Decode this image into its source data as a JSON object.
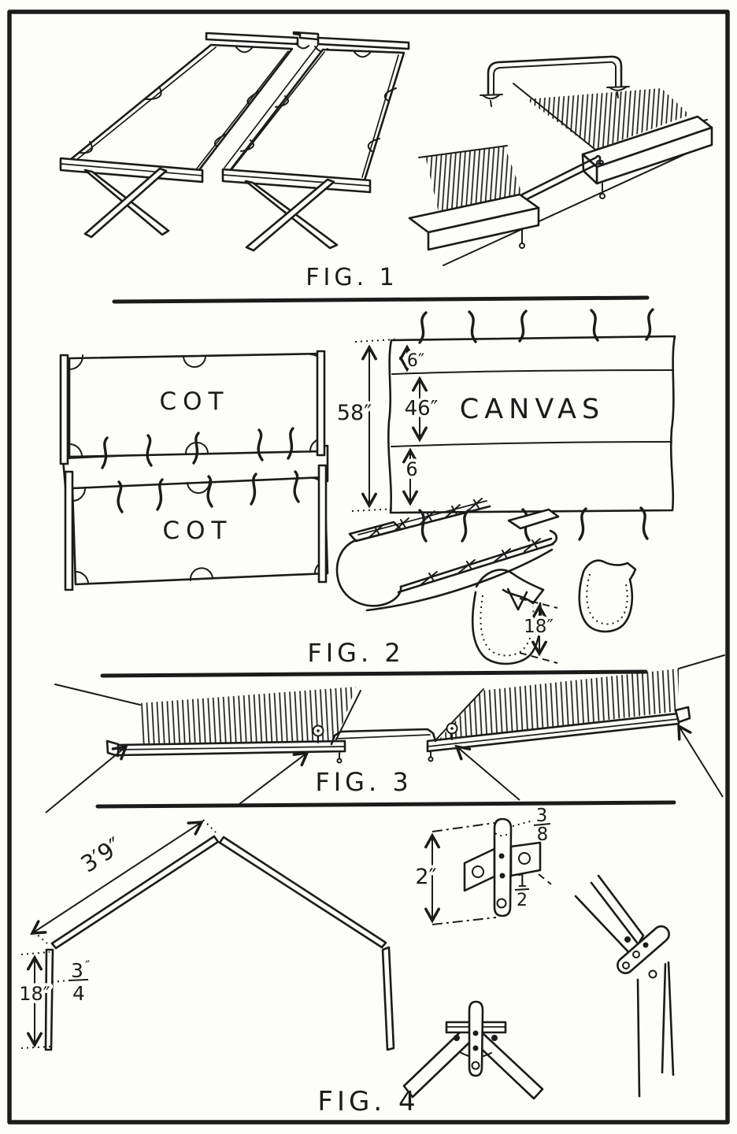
{
  "page": {
    "ink": "#1b1b1b",
    "paper": "#fdfdfa"
  },
  "fig1": {
    "label": "FIG. 1"
  },
  "fig2": {
    "label": "FIG. 2",
    "cot_top": "COT",
    "cot_bottom": "COT",
    "canvas": "CANVAS",
    "dim_overall": "58″",
    "dim_top_hem": "6″",
    "dim_body": "46″",
    "dim_bottom_hem": "6",
    "dim_pocket": "18″"
  },
  "fig3": {
    "label": "FIG. 3"
  },
  "fig4": {
    "label": "FIG. 4",
    "dim_rafter": "3′9″",
    "dim_leg": "18″",
    "frac_leg_num": "3",
    "frac_leg_unit": "″",
    "frac_leg_den": "4",
    "dim_strap": "2″",
    "frac_dowel_num": "3",
    "frac_dowel_den": "8",
    "frac_plate_num": "1",
    "frac_plate_den": "2"
  }
}
